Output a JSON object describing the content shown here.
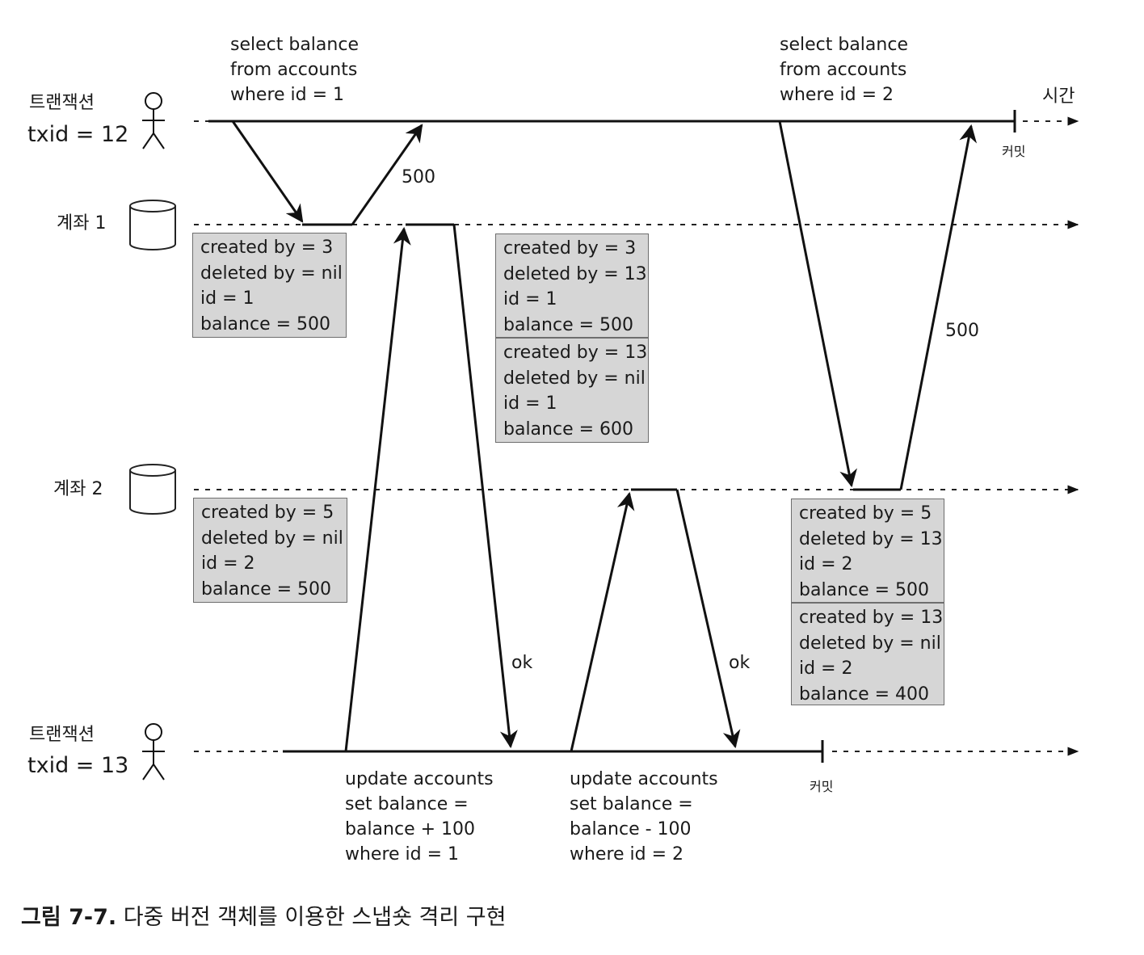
{
  "tx12": {
    "label": "트랜잭션",
    "id": "txid = 12",
    "commit": "커밋",
    "query1": [
      "select balance",
      "from accounts",
      "where id = 1"
    ],
    "query2": [
      "select balance",
      "from accounts",
      "where id = 2"
    ]
  },
  "tx13": {
    "label": "트랜잭션",
    "id": "txid = 13",
    "commit": "커밋",
    "update1": [
      "update accounts",
      "set balance =",
      "balance + 100",
      "where id = 1"
    ],
    "update2": [
      "update accounts",
      "set balance =",
      "balance - 100",
      "where id = 2"
    ]
  },
  "account1": {
    "label": "계좌 1"
  },
  "account2": {
    "label": "계좌 2"
  },
  "time_label": "시간",
  "returns": {
    "r500a": "500",
    "r500b": "500",
    "ok1": "ok",
    "ok2": "ok"
  },
  "rows": {
    "a1_initial": [
      "created by = 3",
      "deleted by = nil",
      "id = 1",
      "balance = 500"
    ],
    "a1_old": [
      "created by = 3",
      "deleted by = 13",
      "id = 1",
      "balance = 500"
    ],
    "a1_new": [
      "created by = 13",
      "deleted by = nil",
      "id = 1",
      "balance = 600"
    ],
    "a2_initial": [
      "created by = 5",
      "deleted by = nil",
      "id = 2",
      "balance = 500"
    ],
    "a2_old": [
      "created by = 5",
      "deleted by = 13",
      "id = 2",
      "balance = 500"
    ],
    "a2_new": [
      "created by = 13",
      "deleted by = nil",
      "id = 2",
      "balance = 400"
    ]
  },
  "caption": {
    "figure": "그림 7-7.",
    "text": " 다중 버전 객체를 이용한 스냅숏 격리 구현"
  }
}
